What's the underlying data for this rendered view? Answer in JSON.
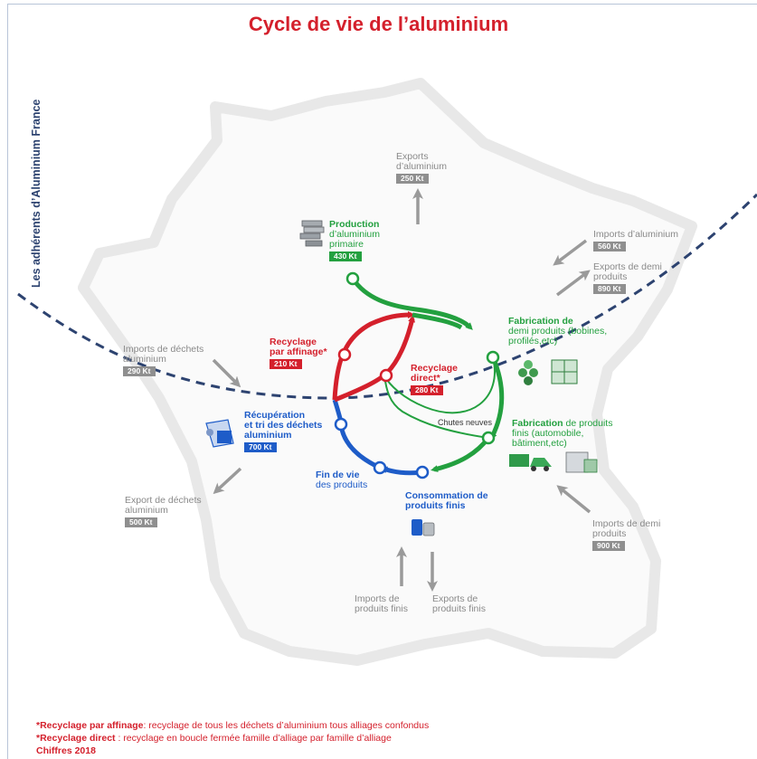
{
  "title": "Cycle de vie de l’aluminium",
  "side_label": "Les adhérents d’Aluminium France",
  "nodes": {
    "production": {
      "title": "Production",
      "sub": "d’aluminium primaire",
      "value": "430 Kt"
    },
    "fab_demi": {
      "title": "Fabrication de",
      "sub": "demi produits (bobines, profilés,etc)"
    },
    "fab_finis": {
      "title": "Fabrication",
      "title_rest": "de produits",
      "sub": "finis (automobile, bâtiment,etc)"
    },
    "consommation": {
      "title": "Consommation de produits finis"
    },
    "fin_de_vie": {
      "title": "Fin de vie",
      "sub": "des produits"
    },
    "recuperation": {
      "title": "Récupération",
      "sub": "et tri des déchets aluminium",
      "value": "700 Kt"
    },
    "recyclage_affinage": {
      "title": "Recyclage",
      "sub": "par affinage*",
      "value": "210 Kt"
    },
    "recyclage_direct": {
      "title": "Recyclage",
      "sub": "direct*",
      "value": "280 Kt"
    },
    "chutes": "Chutes neuves"
  },
  "flows": {
    "exports_alu": {
      "label": "Exports",
      "label2": "d’aluminium",
      "value": "250 Kt"
    },
    "imports_alu": {
      "label": "Imports",
      "label2": "d’aluminium",
      "value": "560 Kt"
    },
    "exports_demi": {
      "label": "Exports de demi",
      "label2": "produits",
      "value": "890 Kt"
    },
    "imports_dechets": {
      "label": "Imports de déchets",
      "label2": "aluminium",
      "value": "290 Kt"
    },
    "export_dechets": {
      "label": "Export de déchets",
      "label2": "aluminium",
      "value": "500 Kt"
    },
    "imports_demi": {
      "label": "Imports de demi",
      "label2": "produits",
      "value": "900 Kt"
    },
    "imports_finis": {
      "label": "Imports de",
      "label2": "produits finis"
    },
    "exports_finis": {
      "label": "Exports de",
      "label2": "produits finis"
    }
  },
  "footer": {
    "affinage_term": "*Recyclage par affinage",
    "affinage_text": ": recyclage de tous les déchets d’aluminium tous alliages confondus",
    "direct_term": "*Recyclage direct",
    "direct_text": " : recyclage en boucle fermée famille d’alliage par famille d’alliage",
    "chiffres": "Chiffres 2018"
  },
  "colors": {
    "green": "#23a03f",
    "red": "#d4202c",
    "blue": "#1e5cc8",
    "navy": "#2d4370",
    "gray": "#8f8f8f"
  }
}
